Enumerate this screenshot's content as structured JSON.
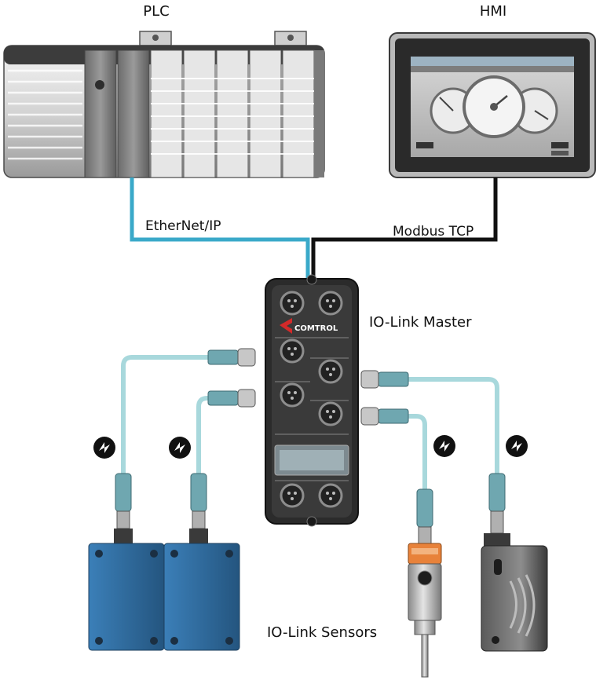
{
  "labels": {
    "plc": "PLC",
    "hmi": "HMI",
    "ethernet_ip": "EtherNet/IP",
    "modbus_tcp": "Modbus TCP",
    "io_link_master": "IO-Link Master",
    "io_link_sensors": "IO-Link Sensors",
    "brand": "COMTROL"
  },
  "colors": {
    "ethernet_cable": "#3aa9c9",
    "modbus_cable": "#111111",
    "io_link_cable": "#a8d8dc",
    "sensor_blue": "#2f6fa3",
    "sensor_orange": "#e8823a",
    "brand_red": "#d42a2a",
    "master_body": "#2b2b2b"
  },
  "icons": [
    "plc-rack-icon",
    "hmi-touchscreen-icon",
    "io-link-symbol-icon",
    "m12-connector-icon"
  ]
}
